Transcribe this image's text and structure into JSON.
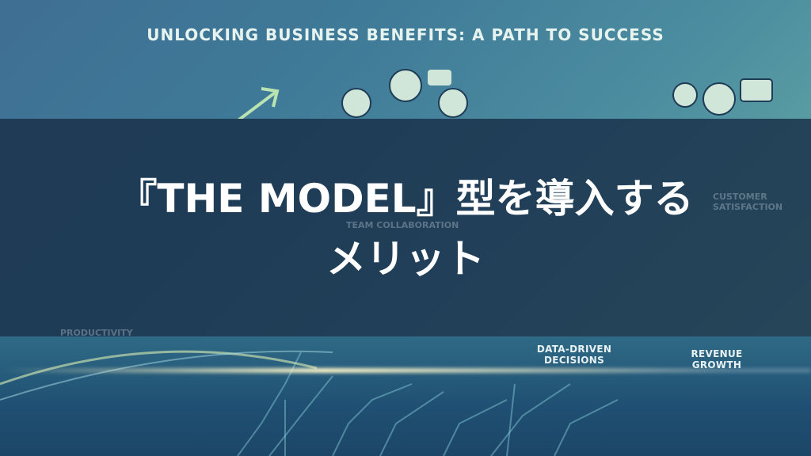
{
  "header": {
    "title": "UNLOCKING BUSINESS BENEFITS: A PATH TO SUCCESS"
  },
  "main": {
    "title_line1": "『THE MODEL』型を導入する",
    "title_line2": "メリット"
  },
  "background_labels": {
    "productivity": "PRODUCTIVITY",
    "team_collaboration": "TEAM COLLABORATION",
    "customer_satisfaction": "CUSTOMER SATISFACTION",
    "data_driven_line1": "DATA-DRIVEN",
    "data_driven_line2": "DECISIONS",
    "revenue_growth": "REVENUE GROWTH"
  },
  "colors": {
    "band": "#182e48",
    "accent": "#fdf6c8"
  }
}
